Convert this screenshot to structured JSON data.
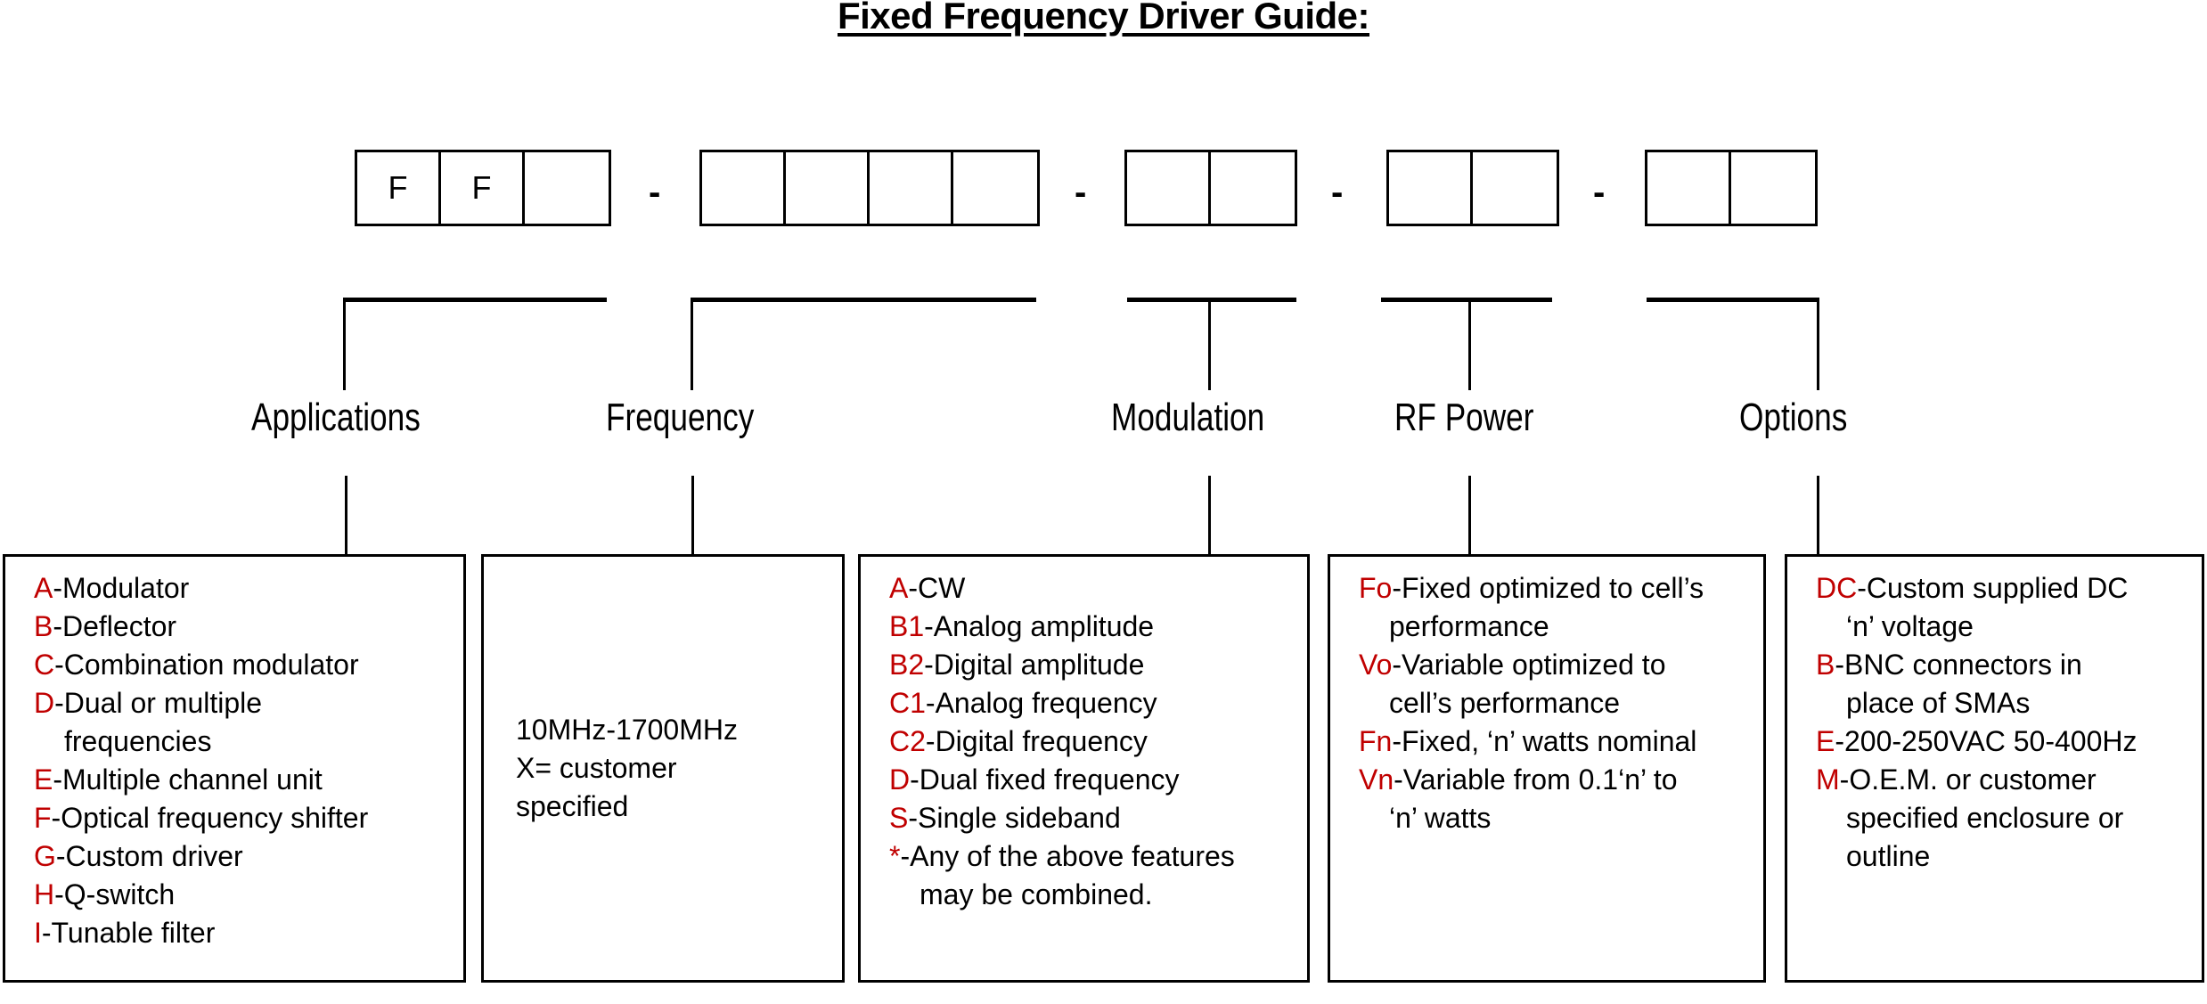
{
  "title": "Fixed Frequency Driver Guide:",
  "part_number": {
    "separator": "-",
    "groups": [
      {
        "name": "applications-group",
        "cells": [
          "F",
          "F",
          ""
        ]
      },
      {
        "name": "frequency-group",
        "cells": [
          "",
          "",
          "",
          ""
        ]
      },
      {
        "name": "modulation-group",
        "cells": [
          "",
          ""
        ]
      },
      {
        "name": "rf-power-group",
        "cells": [
          "",
          ""
        ]
      },
      {
        "name": "options-group",
        "cells": [
          "",
          ""
        ]
      }
    ]
  },
  "categories": [
    {
      "key": "applications",
      "label": "Applications"
    },
    {
      "key": "frequency",
      "label": "Frequency"
    },
    {
      "key": "modulation",
      "label": "Modulation"
    },
    {
      "key": "rf_power",
      "label": "RF Power"
    },
    {
      "key": "options",
      "label": "Options"
    }
  ],
  "accent_color": "#C00000",
  "boxes": {
    "applications": {
      "items": [
        {
          "code": "A",
          "text": "-Modulator"
        },
        {
          "code": "B",
          "text": "-Deflector"
        },
        {
          "code": "C",
          "text": "-Combination modulator"
        },
        {
          "code": "D",
          "text": "-Dual or multiple",
          "cont": "frequencies"
        },
        {
          "code": "E",
          "text": "-Multiple channel unit"
        },
        {
          "code": "F",
          "text": "-Optical frequency shifter"
        },
        {
          "code": "G",
          "text": "-Custom driver"
        },
        {
          "code": "H",
          "text": "-Q-switch"
        },
        {
          "code": "I",
          "text": "-Tunable filter"
        }
      ]
    },
    "frequency": {
      "lines": [
        "10MHz-1700MHz",
        "X= customer",
        "specified"
      ]
    },
    "modulation": {
      "items": [
        {
          "code": "A",
          "text": "-CW"
        },
        {
          "code": "B1",
          "text": "-Analog amplitude"
        },
        {
          "code": "B2",
          "text": "-Digital amplitude"
        },
        {
          "code": "C1",
          "text": "-Analog frequency"
        },
        {
          "code": "C2",
          "text": "-Digital frequency"
        },
        {
          "code": "D",
          "text": "-Dual fixed frequency"
        },
        {
          "code": "S",
          "text": "-Single sideband"
        },
        {
          "code": "*",
          "text": "-Any of the above features",
          "cont": "may be combined."
        }
      ]
    },
    "rf_power": {
      "items": [
        {
          "code": "Fo",
          "text": "-Fixed optimized to cell’s",
          "cont": "performance"
        },
        {
          "code": "Vo",
          "text": "-Variable optimized to",
          "cont": "cell’s performance"
        },
        {
          "code": "Fn",
          "text": "-Fixed, ‘n’ watts nominal"
        },
        {
          "code": "Vn",
          "text": "-Variable from 0.1‘n’ to",
          "cont": "‘n’ watts"
        }
      ]
    },
    "options": {
      "items": [
        {
          "code": "DC",
          "text": "-Custom supplied DC",
          "cont": "‘n’ voltage"
        },
        {
          "code": "B",
          "text": "-BNC connectors in",
          "cont": "place of SMAs"
        },
        {
          "code": "E",
          "text": "-200-250VAC 50-400Hz"
        },
        {
          "code": "M",
          "text": "-O.E.M. or customer",
          "cont": "specified enclosure or\noutline"
        }
      ]
    }
  }
}
